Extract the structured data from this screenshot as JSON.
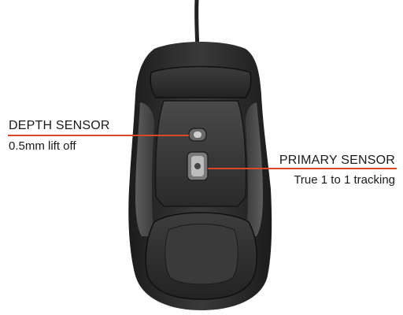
{
  "callouts": {
    "depth_sensor": {
      "title": "DEPTH SENSOR",
      "detail": "0.5mm lift off"
    },
    "primary_sensor": {
      "title": "PRIMARY SENSOR",
      "detail": "True 1 to 1 tracking"
    }
  },
  "colors": {
    "background": "#ffffff",
    "accent_line": "#d9482b",
    "text": "#1a1a1a",
    "mouse_body": "#2b2b2b"
  }
}
